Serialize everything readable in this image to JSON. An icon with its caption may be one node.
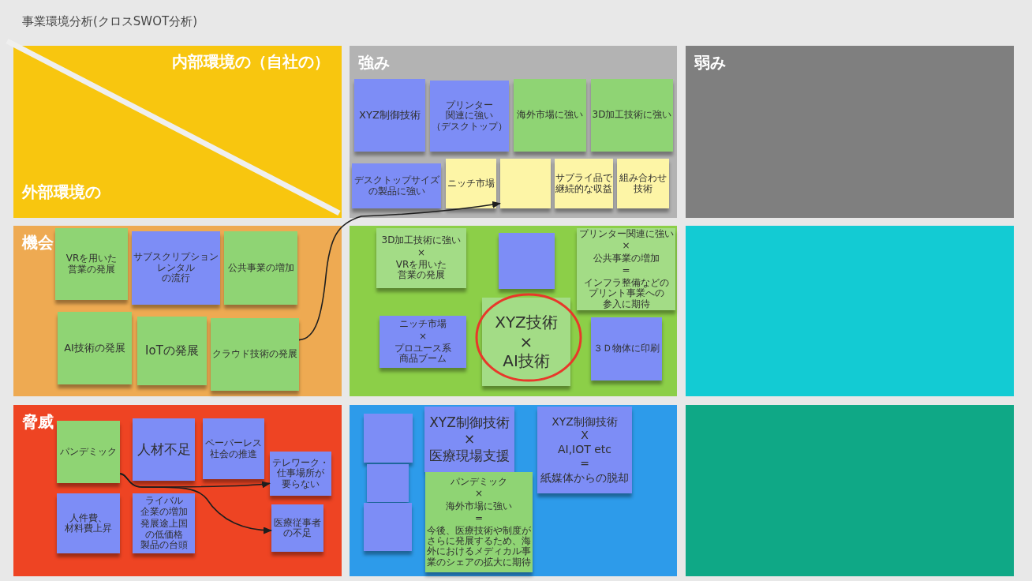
{
  "diagram": {
    "title": "事業環境分析(クロスSWOT分析)",
    "nodes": [
      {
        "text": [
          "内部環境の（自社の）",
          "外部環境の"
        ]
      },
      {
        "text": [
          "強み"
        ]
      },
      {
        "text": [
          "XYZ制御技術"
        ],
        "in": 1
      },
      {
        "text": [
          "プリンター関連に強い（デスクトップ）"
        ],
        "in": 1
      },
      {
        "text": [
          "海外市場に強い"
        ],
        "in": 1
      },
      {
        "text": [
          "3D加工技術に強い"
        ],
        "in": 1
      },
      {
        "text": [
          "デスクトップサイズの製品に強い"
        ],
        "in": 1
      },
      {
        "text": [
          "ニッチ市場"
        ],
        "in": 1
      },
      {
        "text": [],
        "shape": "box",
        "in": 1
      },
      {
        "text": [
          "サプライ品で継続的な収益"
        ],
        "in": 1
      },
      {
        "text": [
          "組み合わせ技術"
        ],
        "in": 1
      },
      {
        "text": [
          "弱み"
        ]
      },
      {
        "text": [
          "機会"
        ]
      },
      {
        "text": [
          "VRを用いた営業の発展"
        ],
        "in": 12
      },
      {
        "text": [
          "サブスクリプションレンタルの流行"
        ],
        "in": 12
      },
      {
        "text": [
          "公共事業の増加"
        ],
        "in": 12
      },
      {
        "text": [
          "AI技術の発展"
        ],
        "in": 12
      },
      {
        "text": [
          "IoTの発展"
        ],
        "in": 12
      },
      {
        "text": [
          "クラウド技術の発展"
        ],
        "in": 12
      },
      {
        "text": [],
        "shape": "box"
      },
      {
        "text": [
          "3D加工技術に強い",
          "×",
          "VRを用いた営業の発展"
        ],
        "in": 19
      },
      {
        "text": [],
        "shape": "box",
        "in": 19
      },
      {
        "text": [
          "プリンター関連に強い",
          "×",
          "公共事業の増加",
          "=",
          "インフラ整備などのプリント事業への参入に期待"
        ],
        "in": 19
      },
      {
        "text": [
          "ニッチ市場",
          "×",
          "プロユース系商品ブーム"
        ],
        "in": 19
      },
      {
        "text": [
          "XYZ技術",
          "×",
          "AI技術"
        ],
        "in": 19
      },
      {
        "text": [
          "３Ｄ物体に印刷"
        ],
        "in": 19
      },
      {
        "text": [],
        "shape": "box"
      },
      {
        "text": [
          "脅威"
        ]
      },
      {
        "text": [
          "パンデミック"
        ],
        "in": 27
      },
      {
        "text": [
          "人材不足"
        ],
        "in": 27
      },
      {
        "text": [
          "ペーパーレス社会の推進"
        ],
        "in": 27
      },
      {
        "text": [
          "テレワーク・仕事場所が要らない"
        ],
        "in": 27
      },
      {
        "text": [
          "人件費、材料費上昇"
        ],
        "in": 27
      },
      {
        "text": [
          "ライバル企業の増加",
          "発展途上国の低価格製品の台頭"
        ],
        "in": 27
      },
      {
        "text": [
          "医療従事者の不足"
        ],
        "in": 27
      },
      {
        "text": [],
        "shape": "box"
      },
      {
        "text": [],
        "shape": "box",
        "in": 35
      },
      {
        "text": [],
        "shape": "box",
        "in": 35
      },
      {
        "text": [],
        "shape": "box",
        "in": 35
      },
      {
        "text": [
          "XYZ制御技術",
          "×",
          "医療現場支援"
        ],
        "in": 35
      },
      {
        "text": [
          "パンデミック",
          "×",
          "海外市場に強い",
          "=",
          "今後、医療技術や制度がさらに発展するため、海外におけるメディカル事業のシェアの拡大に期待"
        ],
        "in": 35
      },
      {
        "text": [
          "XYZ制御技術",
          "X",
          "AI,IOT etc",
          "=",
          "紙媒体からの脱却"
        ],
        "in": 35
      },
      {
        "text": [],
        "shape": "box"
      }
    ],
    "edges": [
      {
        "from": 18,
        "to": 8,
        "arrow": "to"
      },
      {
        "from": 28,
        "to": 31,
        "arrow": "to"
      },
      {
        "from": 28,
        "to": 34,
        "arrow": "to"
      }
    ]
  }
}
